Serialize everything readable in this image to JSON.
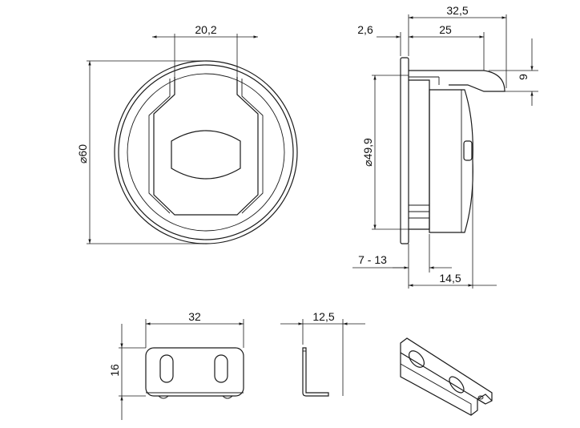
{
  "dimensions": {
    "front_width": "20,2",
    "front_diameter": "⌀60",
    "side_total": "32,5",
    "side_flange": "2,6",
    "side_latch": "25",
    "side_height": "9",
    "side_diameter": "⌀49,9",
    "side_range": "7 - 13",
    "side_depth": "14,5",
    "bracket_width": "32",
    "bracket_height": "16",
    "bracket_depth": "12,5"
  },
  "colors": {
    "line": "#1a1a1a",
    "background": "#ffffff"
  }
}
